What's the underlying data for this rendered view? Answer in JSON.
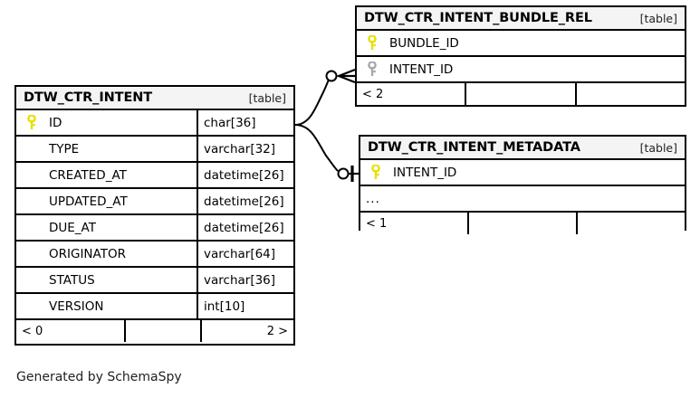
{
  "diagram": {
    "kind": "entity-relationship-diagram",
    "caption": "Generated by SchemaSpy",
    "table_tag": "[table]",
    "colors": {
      "primary_key": "#e8e000",
      "foreign_key": "#a8a8a8",
      "border": "#000000",
      "header_background": "#f4f4f4",
      "background": "#ffffff"
    }
  },
  "tables": [
    {
      "id": "intent",
      "name": "DTW_CTR_INTENT",
      "tag": "[table]",
      "columns": [
        {
          "key": "primary",
          "name": "ID",
          "type": "char[36]"
        },
        {
          "key": "none",
          "name": "TYPE",
          "type": "varchar[32]"
        },
        {
          "key": "none",
          "name": "CREATED_AT",
          "type": "datetime[26]"
        },
        {
          "key": "none",
          "name": "UPDATED_AT",
          "type": "datetime[26]"
        },
        {
          "key": "none",
          "name": "DUE_AT",
          "type": "datetime[26]"
        },
        {
          "key": "none",
          "name": "ORIGINATOR",
          "type": "varchar[64]"
        },
        {
          "key": "none",
          "name": "STATUS",
          "type": "varchar[36]"
        },
        {
          "key": "none",
          "name": "VERSION",
          "type": "int[10]"
        }
      ],
      "footer": {
        "parents": "< 0",
        "middle": "",
        "children": "2 >"
      }
    },
    {
      "id": "bundle_rel",
      "name": "DTW_CTR_INTENT_BUNDLE_REL",
      "tag": "[table]",
      "columns": [
        {
          "key": "primary",
          "name": "BUNDLE_ID",
          "type": ""
        },
        {
          "key": "foreign",
          "name": "INTENT_ID",
          "type": ""
        }
      ],
      "footer": {
        "parents": "< 2",
        "middle": "",
        "children": ""
      }
    },
    {
      "id": "metadata",
      "name": "DTW_CTR_INTENT_METADATA",
      "tag": "[table]",
      "columns": [
        {
          "key": "primary",
          "name": "INTENT_ID",
          "type": ""
        },
        {
          "key": "none",
          "name": "...",
          "type": ""
        }
      ],
      "footer": {
        "parents": "< 1",
        "middle": "",
        "children": ""
      }
    }
  ],
  "relationships": [
    {
      "id": "intent-to-bundle",
      "from_table": "DTW_CTR_INTENT",
      "from_column": "ID",
      "to_table": "DTW_CTR_INTENT_BUNDLE_REL",
      "to_column": "INTENT_ID",
      "end_marker": "zero-or-many"
    },
    {
      "id": "intent-to-metadata",
      "from_table": "DTW_CTR_INTENT",
      "from_column": "ID",
      "to_table": "DTW_CTR_INTENT_METADATA",
      "to_column": "INTENT_ID",
      "end_marker": "zero-or-one"
    }
  ]
}
